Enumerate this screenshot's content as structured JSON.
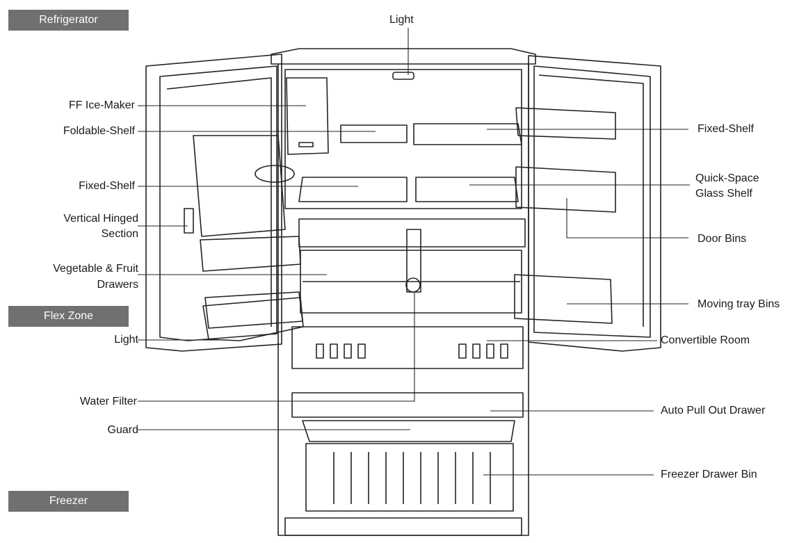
{
  "sections": {
    "refrigerator": "Refrigerator",
    "flex_zone": "Flex Zone",
    "freezer": "Freezer"
  },
  "labels": {
    "light_top": "Light",
    "ff_ice_maker": "FF Ice-Maker",
    "foldable_shelf": "Foldable-Shelf",
    "fixed_shelf_left": "Fixed-Shelf",
    "vertical_hinged_1": "Vertical Hinged",
    "vertical_hinged_2": "Section",
    "veg_fruit_1": "Vegetable & Fruit",
    "veg_fruit_2": "Drawers",
    "light_left": "Light",
    "water_filter": "Water Filter",
    "guard": "Guard",
    "fixed_shelf_right": "Fixed-Shelf",
    "quick_space_1": "Quick-Space",
    "quick_space_2": "Glass Shelf",
    "door_bins": "Door Bins",
    "moving_tray_bins": "Moving tray Bins",
    "convertible_room": "Convertible Room",
    "auto_pull_out_drawer": "Auto Pull Out Drawer",
    "freezer_drawer_bin": "Freezer Drawer Bin"
  },
  "colors": {
    "section_tag_bg": "#707070",
    "line": "#222222"
  }
}
